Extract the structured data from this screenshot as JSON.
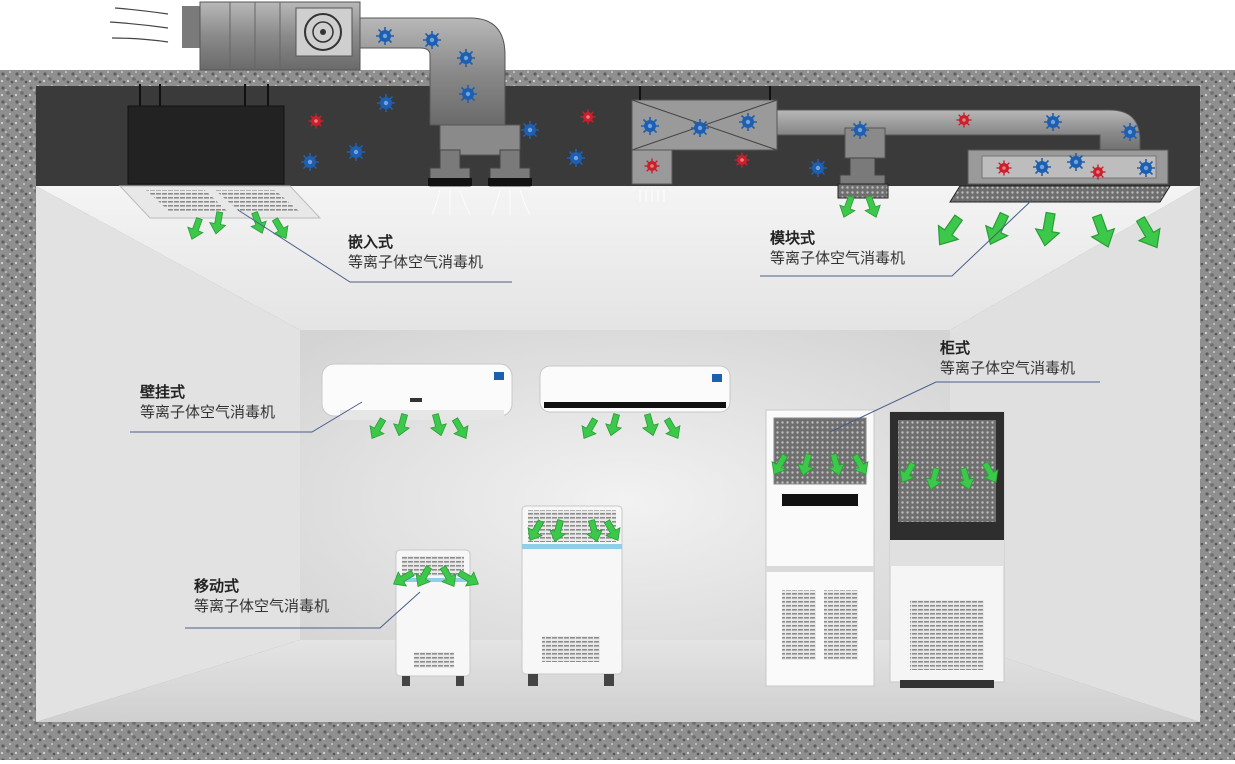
{
  "labels": {
    "embedded": {
      "type": "嵌入式",
      "name": "等离子体空气消毒机"
    },
    "modular": {
      "type": "模块式",
      "name": "等离子体空气消毒机"
    },
    "wall": {
      "type": "壁挂式",
      "name": "等离子体空气消毒机"
    },
    "cabinet": {
      "type": "柜式",
      "name": "等离子体空气消毒机"
    },
    "mobile": {
      "type": "移动式",
      "name": "等离子体空气消毒机"
    }
  },
  "colors": {
    "concrete": "#9a9a9a",
    "ceiling_cavity": "#3a3a3a",
    "room_back": "#dedede",
    "airflow_arrow": "#3cc84a",
    "virus_blue": "#1f5fb0",
    "virus_red": "#c8202c",
    "leader_line": "#4a5f8c"
  },
  "icons": [
    "fan-icon",
    "virus-icon",
    "airflow-arrow-icon"
  ]
}
